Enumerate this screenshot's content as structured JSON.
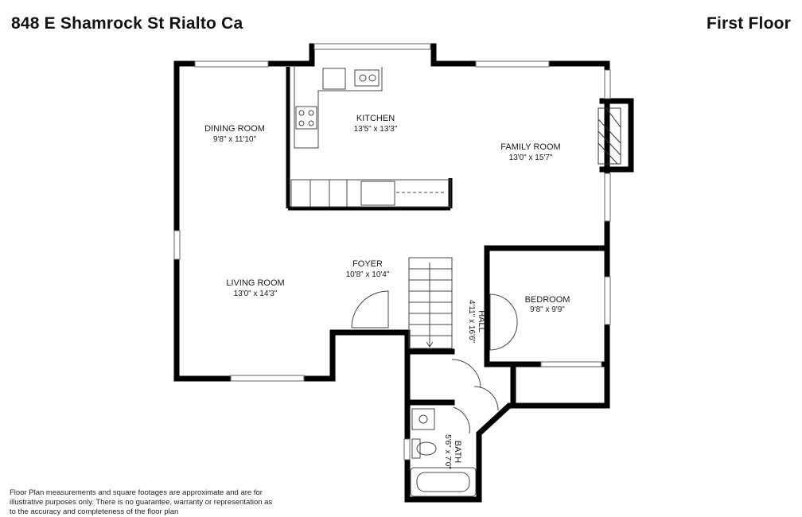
{
  "header": {
    "address": "848 E Shamrock St Rialto Ca",
    "floor": "First Floor"
  },
  "rooms": [
    {
      "key": "dining",
      "name": "DINING ROOM",
      "dims": "9'8\" x 11'10\""
    },
    {
      "key": "kitchen",
      "name": "KITCHEN",
      "dims": "13'5\" x 13'3\""
    },
    {
      "key": "family",
      "name": "FAMILY ROOM",
      "dims": "13'0\" x 15'7\""
    },
    {
      "key": "foyer",
      "name": "FOYER",
      "dims": "10'8\" x 10'4\""
    },
    {
      "key": "living",
      "name": "LIVING ROOM",
      "dims": "13'0\" x 14'3\""
    },
    {
      "key": "bedroom",
      "name": "BEDROOM",
      "dims": "9'8\" x 9'9\""
    },
    {
      "key": "hall",
      "name": "HALL",
      "dims": "4'11\" x 16'6\""
    },
    {
      "key": "bath",
      "name": "BATH",
      "dims": "5'6\" x 7'0\""
    }
  ],
  "disclaimer": "Floor Plan measurements and square footages are approximate and are for illustrative purposes only. There is no guarantee, warranty or representation as to the accuracy and completeness of the floor plan",
  "colors": {
    "wall": "#000000",
    "line": "#555555",
    "background": "#ffffff"
  }
}
